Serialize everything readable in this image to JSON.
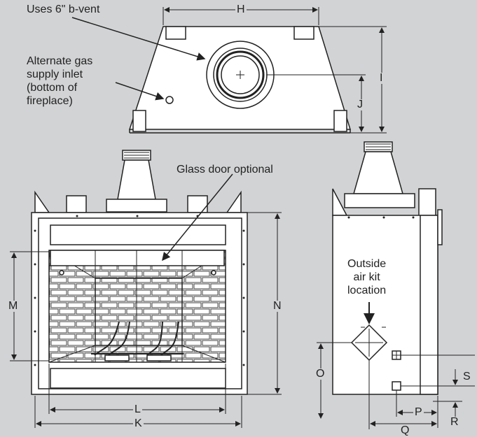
{
  "callouts": {
    "vent": "Uses 6\" b-vent",
    "gas_inlet": "Alternate gas\nsupply inlet\n(bottom of\nfireplace)",
    "glass_door": "Glass door optional",
    "outside_air": "Outside\nair kit\nlocation"
  },
  "dimensions": {
    "H": "H",
    "I": "I",
    "J": "J",
    "K": "K",
    "L": "L",
    "M": "M",
    "N": "N",
    "O": "O",
    "P": "P",
    "Q": "Q",
    "R": "R",
    "S": "S"
  },
  "colors": {
    "background": "#d2d3d5",
    "body": "#ffffff",
    "line": "#222222"
  }
}
